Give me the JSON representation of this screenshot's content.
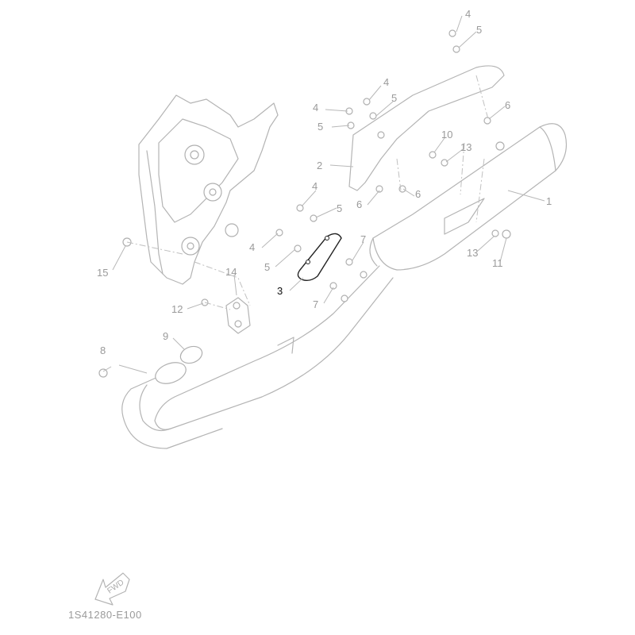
{
  "diagram": {
    "code": "1S41280-E100",
    "fwd_label": "FWD",
    "highlighted_part": "3",
    "callouts": [
      "4",
      "5",
      "4",
      "5",
      "4",
      "5",
      "6",
      "10",
      "13",
      "2",
      "6",
      "6",
      "4",
      "5",
      "1",
      "7",
      "4",
      "5",
      "3",
      "7",
      "13",
      "11",
      "15",
      "14",
      "12",
      "9",
      "8"
    ]
  }
}
